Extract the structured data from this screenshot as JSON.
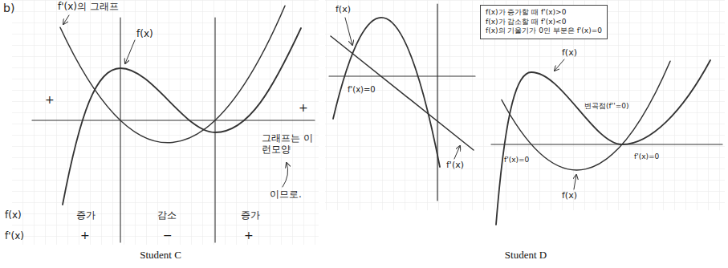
{
  "diagram": {
    "nodes": [
      {
        "text": [
          "f(x)가 증가할 때 f'(x)>0",
          "f(x)가 감소할 때 f'(x)<0",
          "f(x)의 기울기가 0인 부분은 f'(x)=0"
        ]
      }
    ],
    "labels": [
      "b)",
      "f'(x)의 그래프",
      "f(x)",
      "+",
      "+",
      "그래프는 이런모양",
      "이므로.",
      "f(x)",
      "증가",
      "감소",
      "증가",
      "f'(x)",
      "+",
      "−",
      "+",
      "Student C",
      "f(x)",
      "f'(x)=0",
      "f'(x)",
      "f(x)",
      "변곡점(f''=0)",
      "f'(x)=0",
      "f'(x)=0",
      "f(x)",
      "Student D"
    ]
  }
}
